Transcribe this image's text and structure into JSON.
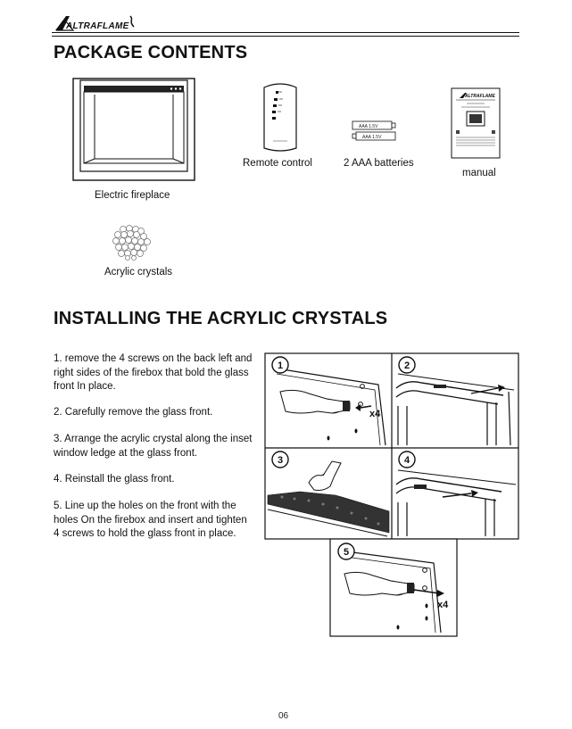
{
  "header": {
    "logo_text": "ALTRAFLAME"
  },
  "sections": {
    "package_title": "PACKAGE CONTENTS",
    "install_title": "INSTALLING THE ACRYLIC CRYSTALS"
  },
  "contents": {
    "fireplace": "Electric fireplace",
    "remote": "Remote control",
    "batteries": "2 AAA batteries",
    "manual": "manual",
    "crystals": "Acrylic crystals",
    "battery_label_1": "AAA   1.5V",
    "battery_label_2": "AAA   1.5V"
  },
  "steps": [
    "1. remove the 4 screws on the back left and right sides of the firebox that bold the glass front In place.",
    "2. Carefully remove the glass front.",
    "3. Arrange the acrylic crystal along the inset window ledge at the glass front.",
    "4. Reinstall the glass front.",
    "5. Line up the holes on the front with the holes On the firebox and insert and tighten 4 screws to hold the glass front in place."
  ],
  "diagram": {
    "step_numbers": [
      "1",
      "2",
      "3",
      "4",
      "5"
    ],
    "multiplier": "x4"
  },
  "page": {
    "number": "06"
  }
}
